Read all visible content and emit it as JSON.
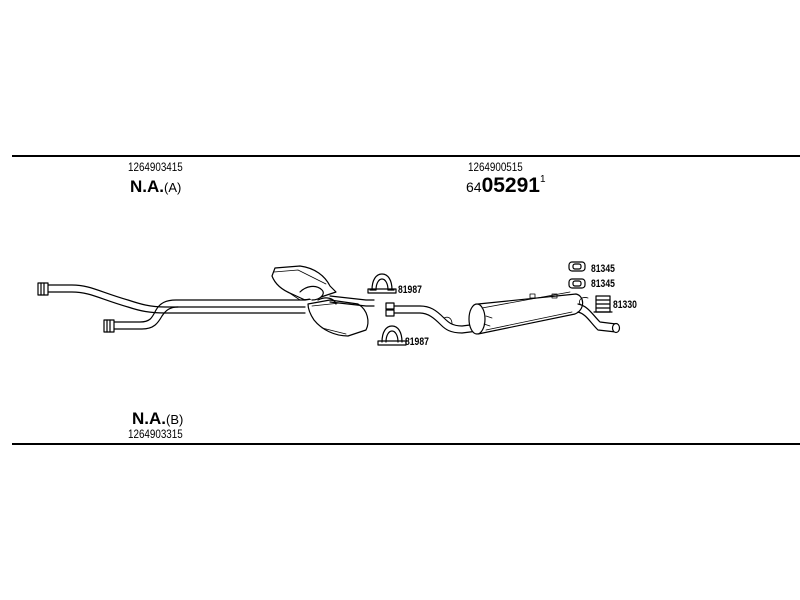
{
  "left_top": {
    "part_number": "1264903415",
    "code_prefix": "N.A.",
    "code_suffix": "(A)"
  },
  "center_top": {
    "part_number": "1264900515",
    "code_prefix": "64",
    "code_main": "05291",
    "code_sup": "1"
  },
  "left_bottom": {
    "code_prefix": "N.A.",
    "code_suffix": "(B)",
    "part_number": "1264903315"
  },
  "callouts": {
    "clamp_upper": "81987",
    "clamp_lower": "81987",
    "hanger_1": "81345",
    "hanger_2": "81345",
    "mount": "81330"
  },
  "colors": {
    "line": "#000000",
    "fill": "#ffffff",
    "shade": "#9a9a9a"
  }
}
